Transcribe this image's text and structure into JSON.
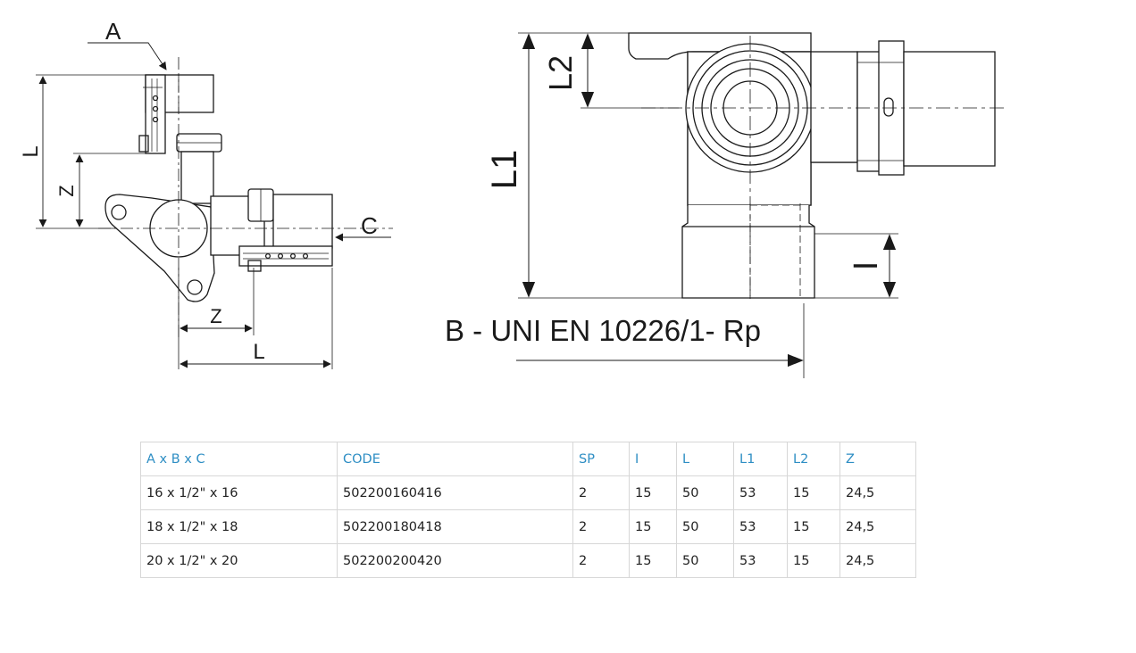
{
  "drawing": {
    "left_view": {
      "label_A": "A",
      "label_C": "C",
      "label_L_vertical": "L",
      "label_Z_vertical": "Z",
      "label_Z_horizontal": "Z",
      "label_L_horizontal": "L"
    },
    "right_view": {
      "label_L1": "L1",
      "label_L2": "L2",
      "label_l": "I",
      "thread_caption": "B - UNI EN 10226/1- Rp"
    }
  },
  "table": {
    "headers": [
      "A x B x C",
      "CODE",
      "SP",
      "I",
      "L",
      "L1",
      "L2",
      "Z"
    ],
    "rows": [
      [
        "16 x 1/2\" x 16",
        "502200160416",
        "2",
        "15",
        "50",
        "53",
        "15",
        "24,5"
      ],
      [
        "18 x 1/2\" x 18",
        "502200180418",
        "2",
        "15",
        "50",
        "53",
        "15",
        "24,5"
      ],
      [
        "20 x 1/2\" x 20",
        "502200200420",
        "2",
        "15",
        "50",
        "53",
        "15",
        "24,5"
      ]
    ]
  }
}
